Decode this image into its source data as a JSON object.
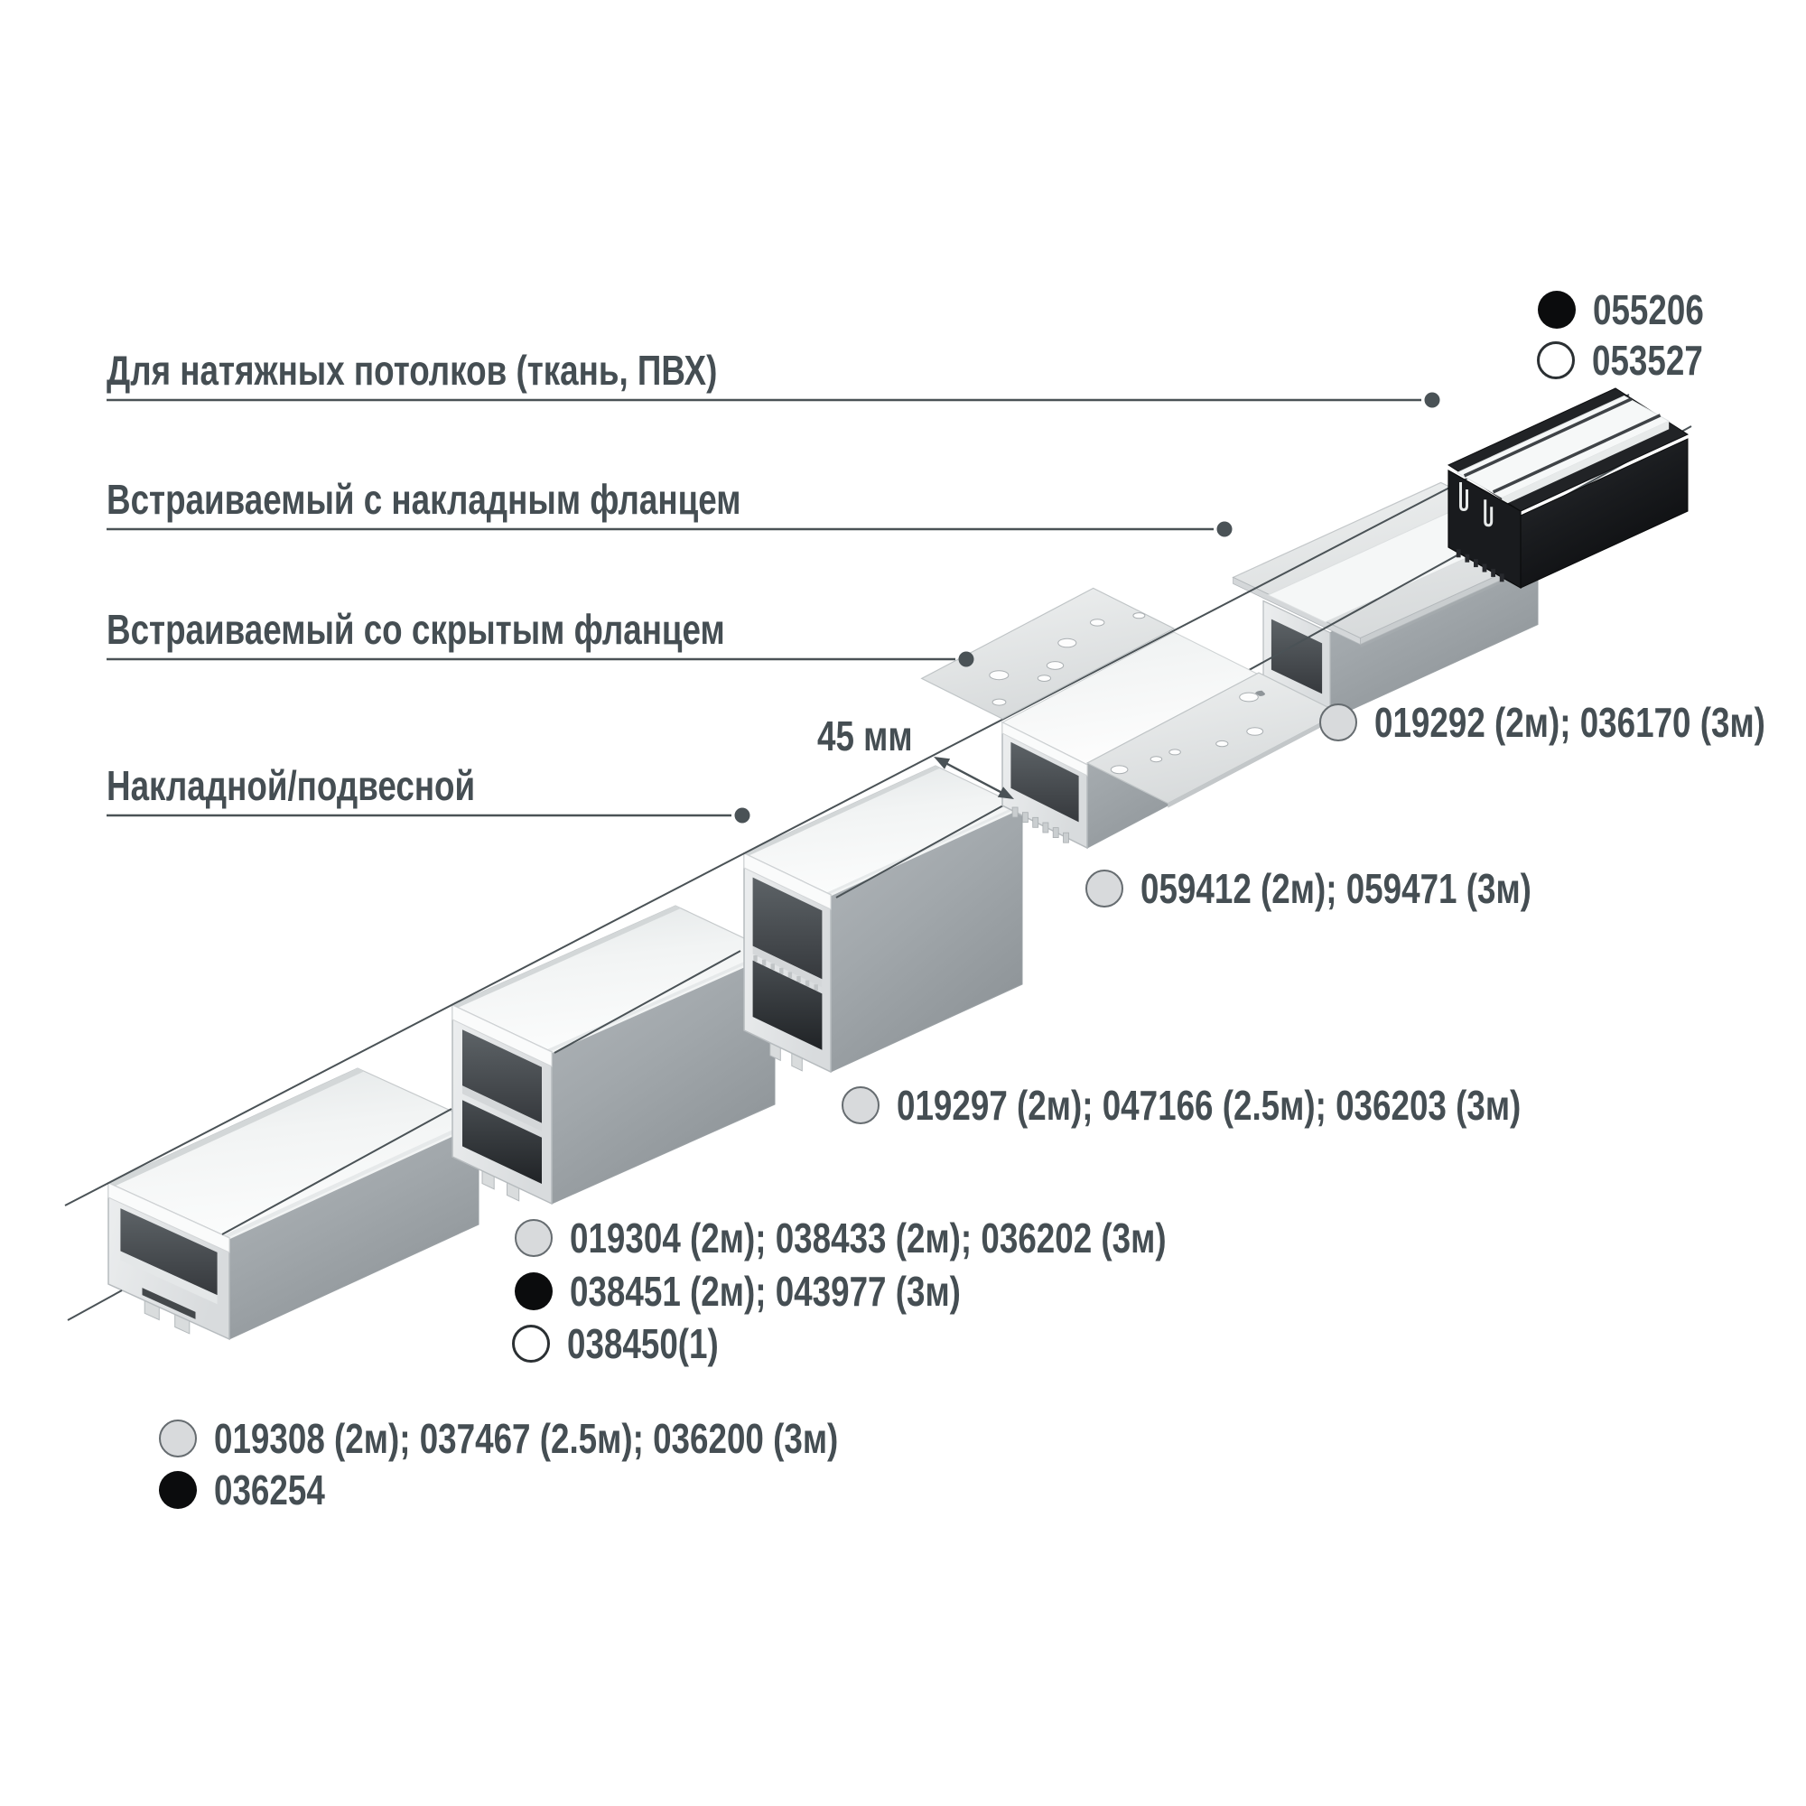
{
  "diagram": {
    "dimension": {
      "text": "45 мм"
    },
    "labels": [
      {
        "text": "Для натяжных потолков (ткань, ПВХ)"
      },
      {
        "text": "Встраиваемый с накладным фланцем"
      },
      {
        "text": "Встраиваемый со скрытым фланцем"
      },
      {
        "text": "Накладной/подвесной"
      }
    ],
    "codes": [
      {
        "dot": "black",
        "text": "055206"
      },
      {
        "dot": "white",
        "text": "053527"
      },
      {
        "dot": "gray",
        "text": "019292 (2м); 036170 (3м)"
      },
      {
        "dot": "gray",
        "text": "059412 (2м); 059471 (3м)"
      },
      {
        "dot": "gray",
        "text": "019297 (2м); 047166 (2.5м); 036203 (3м)"
      },
      {
        "dot": "gray",
        "text": "019304 (2м); 038433 (2м); 036202 (3м)"
      },
      {
        "dot": "black",
        "text": "038451 (2м); 043977 (3м)"
      },
      {
        "dot": "white",
        "text": "038450(1)"
      },
      {
        "dot": "gray",
        "text": "019308 (2м); 037467 (2.5м); 036200 (3м)"
      },
      {
        "dot": "black",
        "text": "036254"
      }
    ],
    "colors": {
      "text": "#454e53",
      "line": "#4a5256",
      "dot_black": "#0b0c0d",
      "dot_gray_fill": "#d8dadc",
      "dot_gray_stroke": "#666c70",
      "dot_white_fill": "#ffffff",
      "dot_white_stroke": "#2b3033",
      "aluminum_light": "#eceeef",
      "aluminum_mid": "#a2a8ac",
      "diffuser_white": "#f6f8f8",
      "black_profile": "#1a1c1f",
      "background": "#ffffff"
    }
  }
}
